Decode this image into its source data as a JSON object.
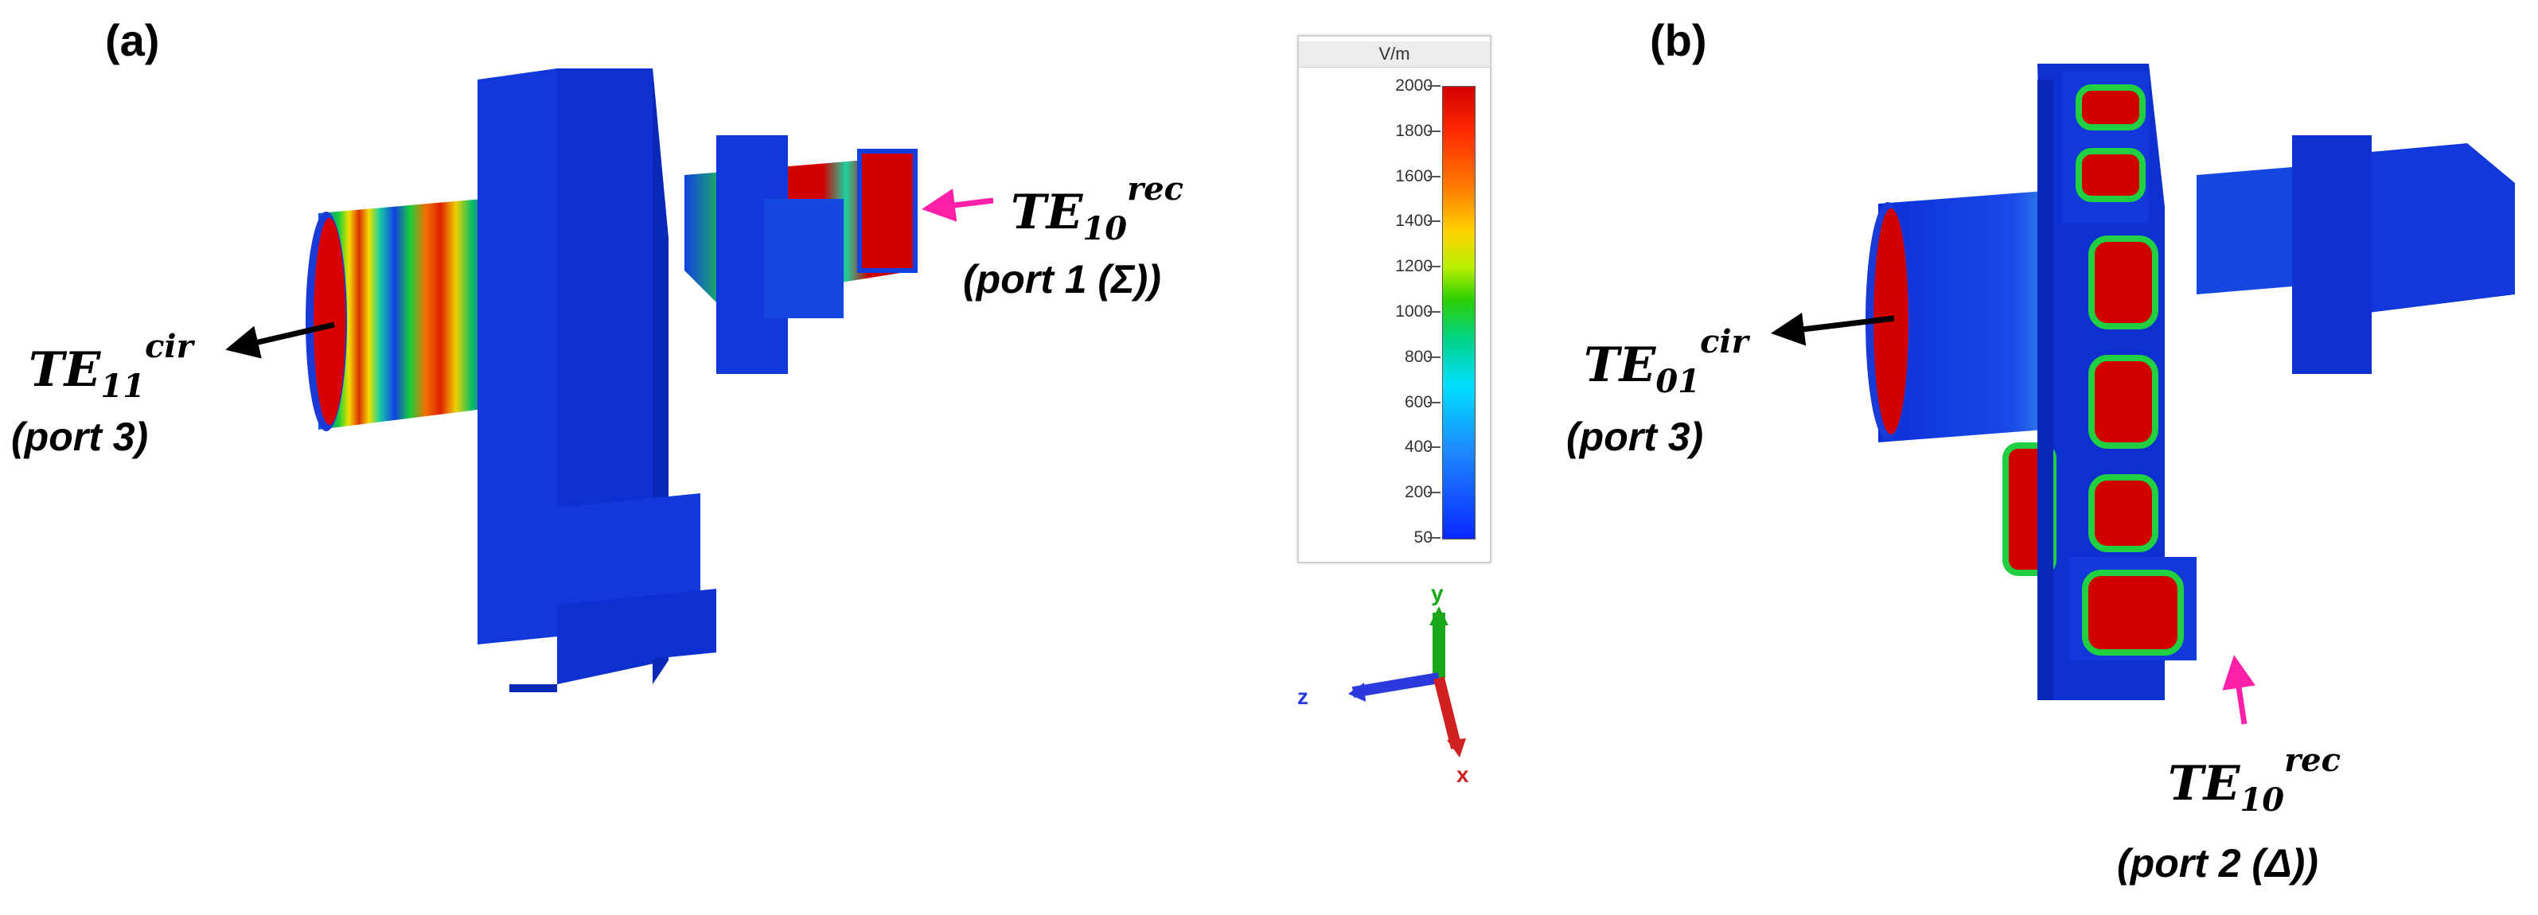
{
  "panels": {
    "a": {
      "label": "(a)",
      "mode_left": {
        "base": "TE",
        "sub": "11",
        "sup": "cir"
      },
      "port_left": "(port 3)",
      "mode_right": {
        "base": "TE",
        "sub": "10",
        "sup": "rec"
      },
      "port_right": "(port 1 (Σ))"
    },
    "b": {
      "label": "(b)",
      "mode_left": {
        "base": "TE",
        "sub": "01",
        "sup": "cir"
      },
      "port_left": "(port 3)",
      "mode_bottom": {
        "base": "TE",
        "sub": "10",
        "sup": "rec"
      },
      "port_bottom": "(port 2 (Δ))"
    }
  },
  "legend": {
    "unit": "V/m",
    "ticks": [
      "2000",
      "1800",
      "1600",
      "1400",
      "1200",
      "1000",
      "800",
      "600",
      "400",
      "200",
      "50"
    ],
    "tick_values": [
      2000,
      1800,
      1600,
      1400,
      1200,
      1000,
      800,
      600,
      400,
      200,
      50
    ],
    "range": [
      50,
      2000
    ],
    "colors": [
      "#d40000",
      "#ff7a00",
      "#ffd200",
      "#2ed000",
      "#00e0ff",
      "#0a28ff"
    ]
  },
  "axes": {
    "y": "y",
    "z": "z",
    "x": "x"
  },
  "colors": {
    "field_low": "#0a2fd8",
    "field_high": "#d00000",
    "arrow_black": "#000000",
    "arrow_pink": "#ff1fa8",
    "axis_y": "#1aa81a",
    "axis_z": "#2a3adc",
    "axis_x": "#d02020"
  }
}
